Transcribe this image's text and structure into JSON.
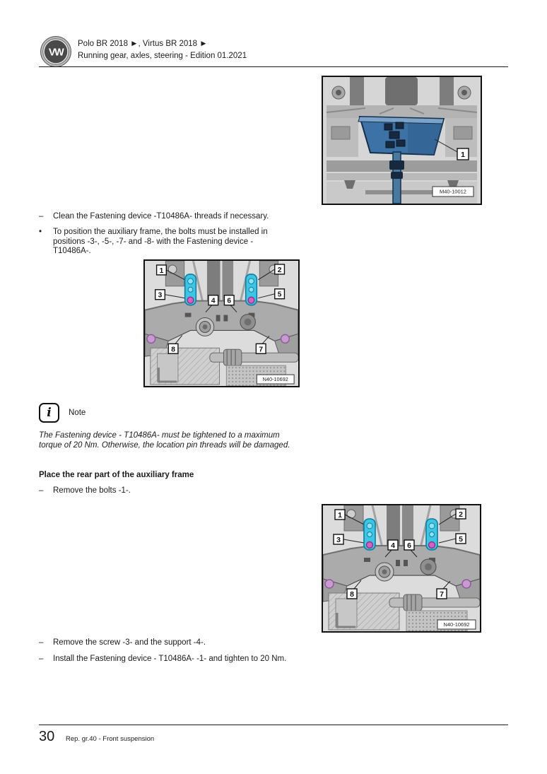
{
  "header": {
    "logo_text": "VW",
    "title_line1": "Polo BR 2018 ►, Virtus BR 2018 ►",
    "title_line2": "Running gear, axles, steering - Edition 01.2021"
  },
  "content": {
    "dash": "–",
    "bullet": "•",
    "step_clean": "Clean the Fastening device -T10486A- threads if necessary.",
    "step_position": "To position the auxiliary frame, the bolts must be installed in positions -3-, -5-, -7- and -8- with the Fastening device -T10486A-.",
    "note_icon_glyph": "i",
    "note_label": "Note",
    "note_text": "The Fastening device - T10486A- must be tightened to a maximum torque of 20 Nm. Otherwise, the location pin threads will be damaged.",
    "subheading": "Place the rear part of the auxiliary frame",
    "step_remove_bolts": "Remove the bolts -1-.",
    "step_remove_screw": "Remove the screw -3- and the support -4-.",
    "step_install_device": "Install the Fastening device - T10486A- -1- and tighten to 20 Nm."
  },
  "figures": {
    "fig1": {
      "id_label": "M40-10012",
      "callouts": [
        "1"
      ]
    },
    "fig2": {
      "id_label": "N40-10692",
      "callouts": [
        "1",
        "2",
        "3",
        "4",
        "5",
        "6",
        "7",
        "8"
      ]
    },
    "fig3": {
      "id_label": "N40-10692",
      "callouts": [
        "1",
        "2",
        "3",
        "4",
        "5",
        "6",
        "7",
        "8"
      ]
    }
  },
  "footer": {
    "page_number": "30",
    "chapter": "Rep. gr.40 - Front suspension"
  },
  "colors": {
    "tool_blue": "#3d72a6",
    "device_cyan": "#3cc6e6",
    "bolt_magenta": "#d95fc3",
    "bushing_magenta": "#c99ad1"
  }
}
